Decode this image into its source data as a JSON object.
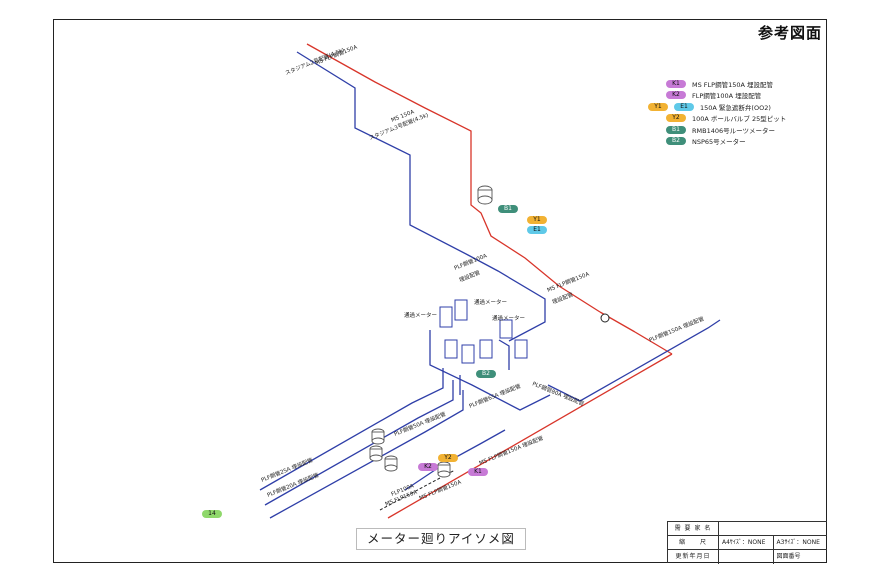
{
  "header": {
    "reference_label": "参考図面"
  },
  "diagram_title": "メーター廻りアイソメ図",
  "legend": [
    {
      "code": "K1",
      "color": "#c77ad6",
      "text": "MS FLP鋼管150A 埋設配管"
    },
    {
      "code": "K2",
      "color": "#c77ad6",
      "text": "FLP鋼管100A 埋設配管"
    },
    {
      "code": "Y1",
      "extra_code": "E1",
      "color": "#f2b233",
      "extra_color": "#5fc9e8",
      "text": "150A 緊急遮断弁(OO2)"
    },
    {
      "code": "Y2",
      "color": "#f2b233",
      "text": "100A ボールバルブ 25型ピット"
    },
    {
      "code": "B1",
      "color": "#3f8f7a",
      "text": "RMB1406号ルーツメーター"
    },
    {
      "code": "B2",
      "color": "#3f8f7a",
      "text": "NSP65号メーター"
    }
  ],
  "diagram_labels": {
    "pipe_red_top": "MS FLP鋼管150A",
    "pipe_blue_top": "スタジアム2号配管(4.5k)",
    "pipe_top_2": "スタジアム3号配管(4.5k)",
    "pipe_red_mid": "MS FLP鋼管150A",
    "pipe_red_mid_sub": "埋設配管",
    "pipe_blue_mid": "PLF鋼管100A",
    "pipe_blue_mid_sub": "埋設配管",
    "bypass_meter_1": "通過メーター",
    "bypass_meter_2": "通過メーター",
    "bypass_meter_3": "通過メーター",
    "pipe_out_1": "PLF鋼管80A 埋設配管",
    "pipe_out_2": "PLF鋼管65A 埋設配管",
    "pipe_out_3": "PLF鋼管50A 埋設配管",
    "pipe_left_1": "PLF鋼管25A 埋設配管",
    "pipe_left_2": "PLF鋼管20A 埋設配管",
    "pipe_main_in": "MS FLP鋼管150A 埋設配管",
    "pipe_in_low": "MS FLP鋼管150A",
    "pipe_right": "PLF鋼管150A 埋設配管",
    "vertical_label": "MS 150A",
    "bottom_in": "MS FLP150A",
    "bottom_in_2": "FLP100A"
  },
  "badges_on_diagram": [
    {
      "code": "B1",
      "color": "#3f8f7a"
    },
    {
      "code": "Y1",
      "color": "#f2b233"
    },
    {
      "code": "E1",
      "color": "#5fc9e8"
    },
    {
      "code": "B2",
      "color": "#3f8f7a"
    },
    {
      "code": "Y2",
      "color": "#f2b233"
    },
    {
      "code": "K2",
      "color": "#c77ad6"
    },
    {
      "code": "K1",
      "color": "#c77ad6"
    },
    {
      "code": "14",
      "color": "#8fd86b"
    }
  ],
  "title_block": {
    "row1_label": "需 要 家 名",
    "row1_value": "",
    "row2_label": "縮　　尺",
    "row2_a4": "A4ｻｲｽﾞ：NONE",
    "row2_a3": "A3ｻｲｽﾞ：NONE",
    "row3_label": "更新年月日",
    "row3_value": "",
    "row3_label2": "図面番号",
    "row3_value2": ""
  },
  "colors": {
    "gas_red": "#d8352a",
    "gas_blue": "#2f3fa8",
    "frame": "#222222"
  }
}
